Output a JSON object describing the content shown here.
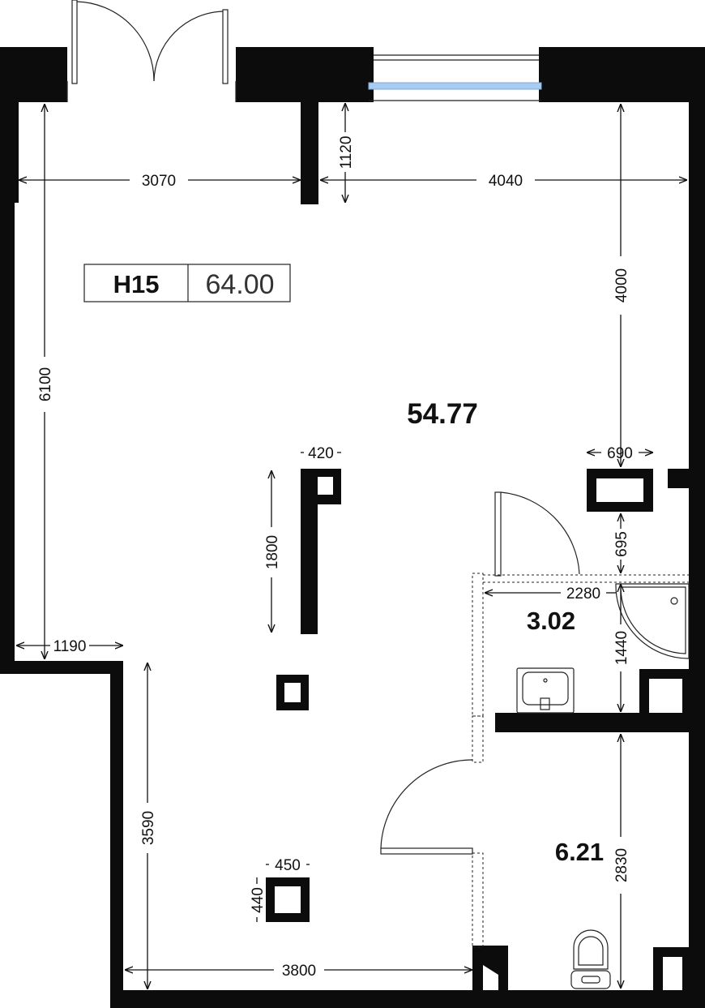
{
  "unit": {
    "code": "H15",
    "area": "64.00"
  },
  "rooms": {
    "main": "54.77",
    "shower": "3.02",
    "toilet": "6.21"
  },
  "dimensions": {
    "top_left_width": "3070",
    "top_right_width": "4040",
    "pillar_depth": "1120",
    "left_height": "6100",
    "right_height": "4000",
    "column_width": "420",
    "column_height": "1800",
    "niche_width": "690",
    "niche_gap": "695",
    "left_step": "1190",
    "shower_width": "2280",
    "shower_depth": "1440",
    "lower_left_height": "3590",
    "box_width": "450",
    "box_height": "440",
    "bottom_width": "3800",
    "toilet_depth": "2830"
  },
  "colors": {
    "wall": "#0c0c0c",
    "glass": "#a9cdf0"
  }
}
